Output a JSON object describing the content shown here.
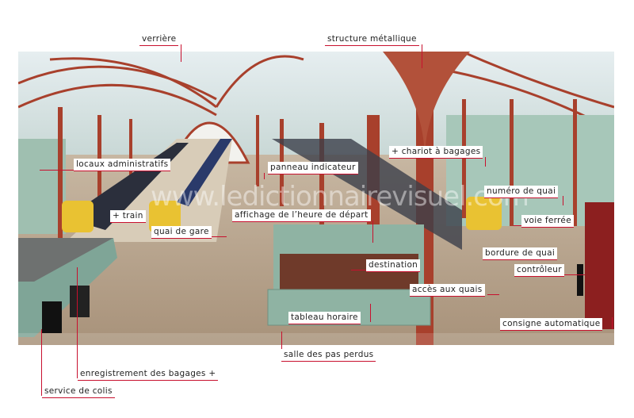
{
  "watermark": "www.ledictionnairevisuel.com",
  "labels": {
    "verriere": "verrière",
    "structure": "structure métallique",
    "locaux": "locaux administratifs",
    "panneau": "panneau indicateur",
    "chariot": "+ chariot à bagages",
    "numero": "numéro de quai",
    "train": "+ train",
    "quai": "quai de gare",
    "affichage": "affichage de l’heure de départ",
    "voie": "voie ferrée",
    "bordure": "bordure de quai",
    "destination": "destination",
    "controleur": "contrôleur",
    "acces": "accès aux quais",
    "tableau": "tableau horaire",
    "consigne": "consigne automatique",
    "salle": "salle des pas perdus",
    "enregistrement": "enregistrement des bagages +",
    "colis": "service de colis"
  },
  "colors": {
    "leader": "#c8102e",
    "iron": "#a8402c",
    "floor": "#b8a38a",
    "wall": "#9fbfb0"
  }
}
